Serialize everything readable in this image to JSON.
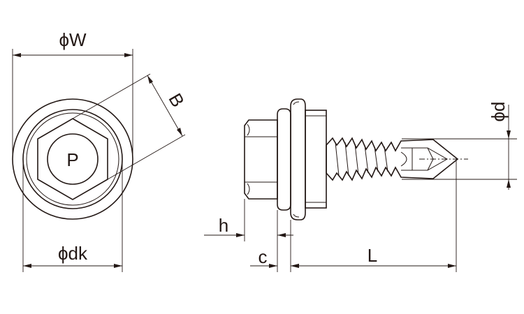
{
  "labels": {
    "washer_diameter": "ϕW",
    "head_diameter": "ϕdk",
    "across_flats": "B",
    "punch_mark": "P",
    "head_height": "h",
    "washer_thickness": "c",
    "length": "L",
    "thread_diameter": "ϕd"
  },
  "colors": {
    "line": "#231815",
    "background": "#ffffff"
  }
}
